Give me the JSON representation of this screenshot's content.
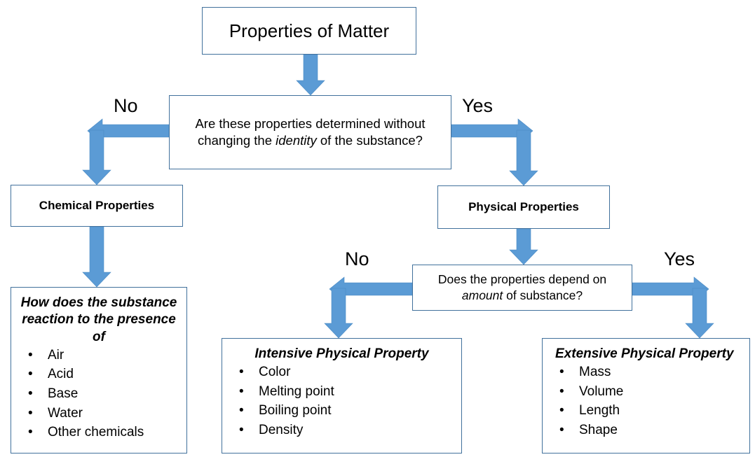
{
  "diagram": {
    "title": "Properties of Matter Decision Flowchart",
    "colors": {
      "arrow_fill": "#5B9BD5",
      "arrow_stroke": "#4A8AC4",
      "box_border": "#41719C",
      "background": "#FFFFFF",
      "text": "#000000"
    }
  },
  "nodes": {
    "root": {
      "label": "Properties of Matter"
    },
    "question_1": {
      "text_part_1": "Are these properties determined without changing the ",
      "emphasis": "identity",
      "text_part_2": " of the substance?",
      "full_text": "Are these properties determined without changing the identity of the substance?"
    },
    "chemical": {
      "label": "Chemical Properties"
    },
    "physical": {
      "label": "Physical Properties"
    },
    "question_2": {
      "text_part_1": "Does the properties depend on ",
      "emphasis": "amount",
      "text_part_2": " of substance?",
      "full_text": "Does the properties depend on amount of substance?"
    },
    "chemical_detail": {
      "heading": "How does the substance reaction to the presence of",
      "bullet": "•",
      "items": [
        "Air",
        "Acid",
        "Base",
        "Water",
        "Other chemicals"
      ]
    },
    "intensive": {
      "heading": "Intensive Physical Property",
      "bullet": "•",
      "items": [
        "Color",
        "Melting point",
        "Boiling point",
        "Density"
      ]
    },
    "extensive": {
      "heading": "Extensive Physical Property",
      "bullet": "•",
      "items": [
        "Mass",
        "Volume",
        "Length",
        "Shape"
      ]
    }
  },
  "branch_labels": {
    "q1_no": "No",
    "q1_yes": "Yes",
    "q2_no": "No",
    "q2_yes": "Yes"
  },
  "connectors": [
    {
      "name": "root-to-question-1",
      "kind": "straight-down-arrow"
    },
    {
      "name": "question-1-no-to-chemical",
      "kind": "elbow-left-down-arrow"
    },
    {
      "name": "question-1-yes-to-physical",
      "kind": "elbow-right-down-arrow"
    },
    {
      "name": "chemical-to-chemical-detail",
      "kind": "straight-down-arrow"
    },
    {
      "name": "physical-to-question-2",
      "kind": "straight-down-arrow"
    },
    {
      "name": "question-2-no-to-intensive",
      "kind": "elbow-left-down-arrow"
    },
    {
      "name": "question-2-yes-to-extensive",
      "kind": "elbow-right-down-arrow"
    }
  ]
}
